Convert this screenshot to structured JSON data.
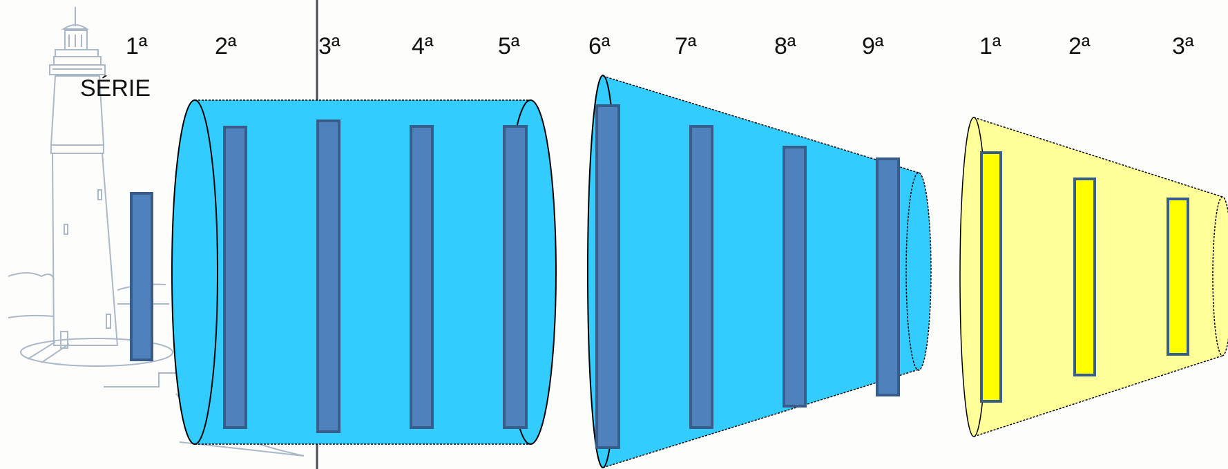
{
  "series_label": "SÉRIE",
  "grade_labels": [
    {
      "key": "g1",
      "text": "1ª"
    },
    {
      "key": "g2",
      "text": "2ª"
    },
    {
      "key": "g3",
      "text": "3ª"
    },
    {
      "key": "g4",
      "text": "4ª"
    },
    {
      "key": "g5",
      "text": "5ª"
    },
    {
      "key": "g6",
      "text": "6ª"
    },
    {
      "key": "g7",
      "text": "7ª"
    },
    {
      "key": "g8",
      "text": "8ª"
    },
    {
      "key": "g9",
      "text": "9ª"
    },
    {
      "key": "em1",
      "text": "1ª"
    },
    {
      "key": "em2",
      "text": "2ª"
    },
    {
      "key": "em3",
      "text": "3ª"
    }
  ],
  "colors": {
    "blue_fill": "#33ccff",
    "bar_fill": "#4f81bd",
    "bar_stroke": "#385d8a",
    "yellow_fill": "#ffff99",
    "yellow_bar": "#ffff00",
    "lighthouse": "#aab8c8",
    "divider": "#4a4a5a"
  },
  "icons": {
    "background": "lighthouse-icon"
  }
}
